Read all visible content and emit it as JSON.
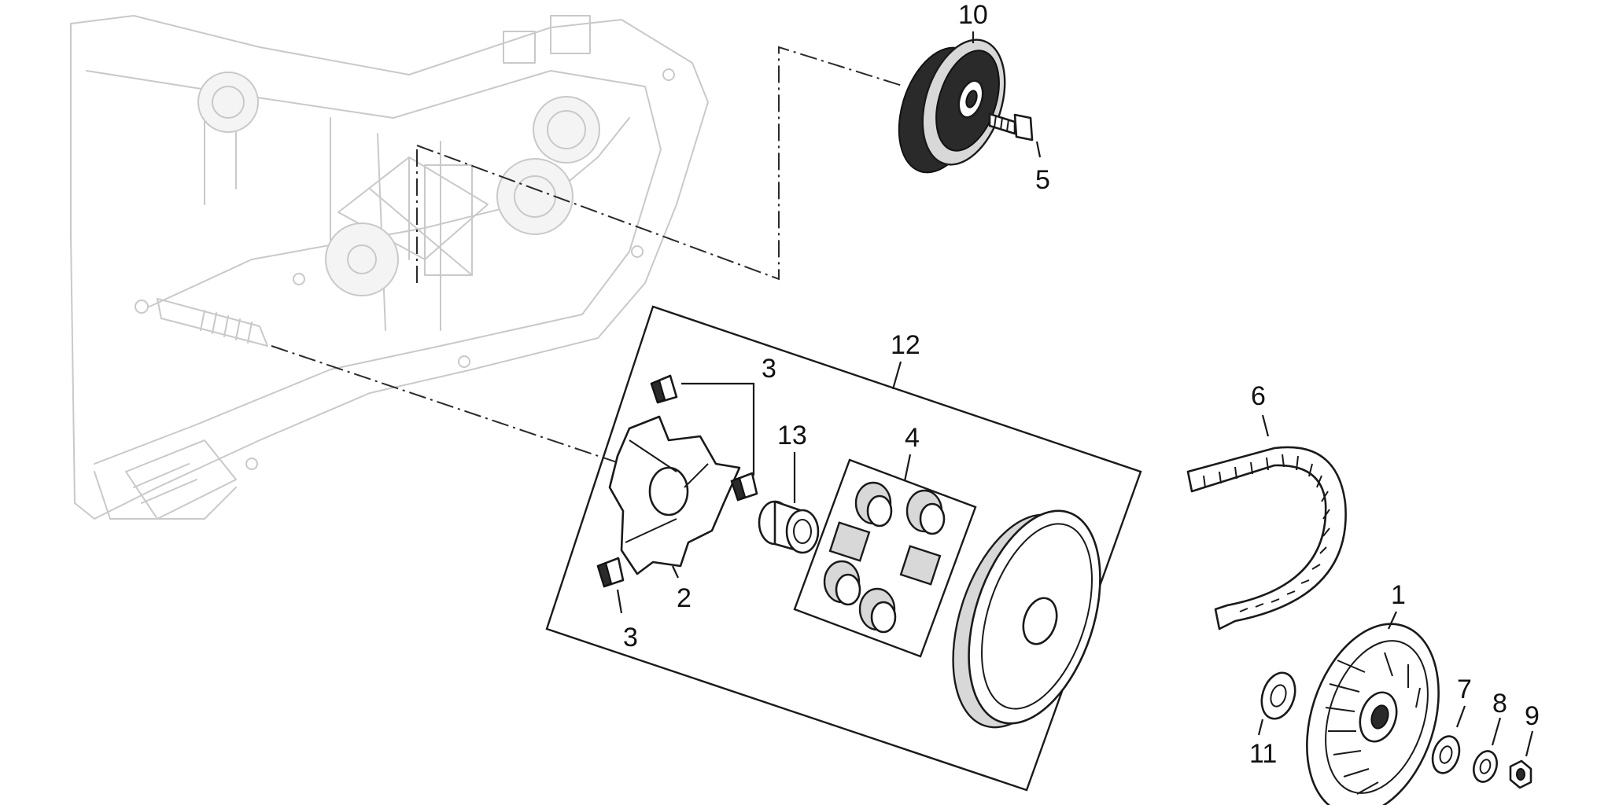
{
  "callouts": {
    "p1": "1",
    "p2": "2",
    "p3a": "3",
    "p3b": "3",
    "p4": "4",
    "p5": "5",
    "p6": "6",
    "p7": "7",
    "p8": "8",
    "p9": "9",
    "p10": "10",
    "p11": "11",
    "p12": "12",
    "p13": "13"
  }
}
